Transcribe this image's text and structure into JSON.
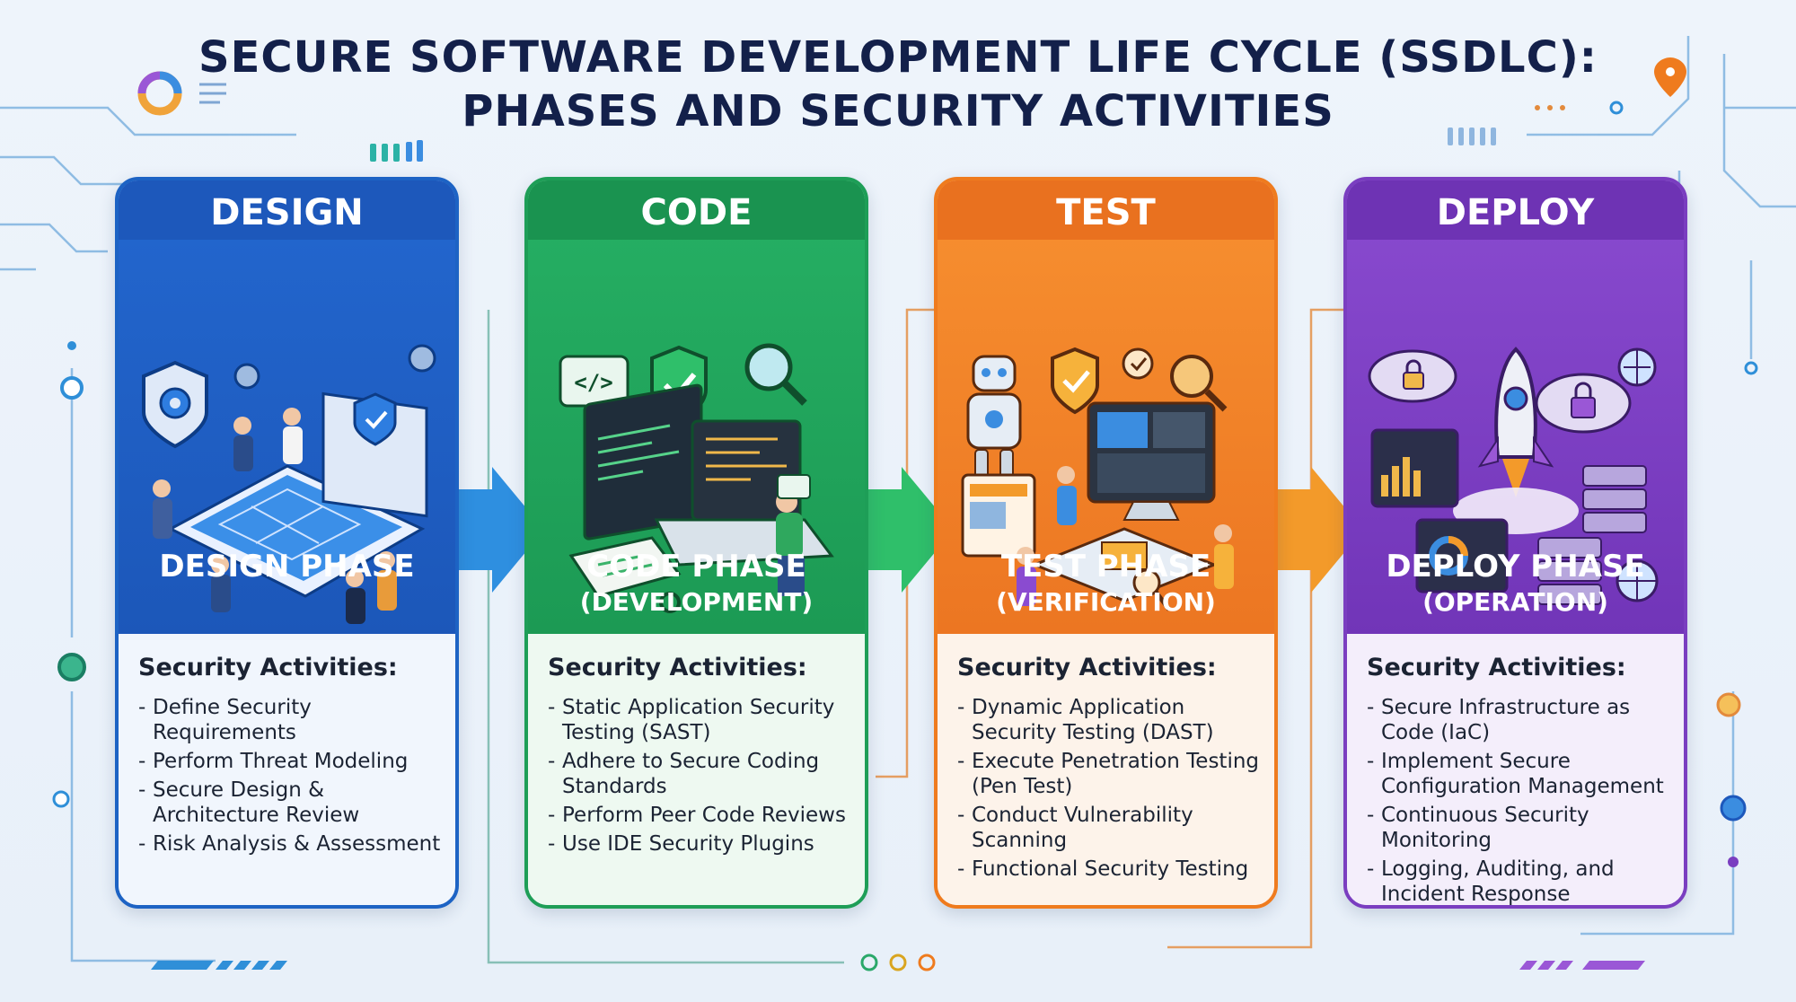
{
  "title": {
    "line1": "SECURE SOFTWARE DEVELOPMENT LIFE CYCLE (SSDLC):",
    "line2": "PHASES AND SECURITY ACTIVITIES"
  },
  "colors": {
    "design": "#1d63c4",
    "code": "#1e9e57",
    "test": "#ef7b1e",
    "deploy": "#7a3ec0",
    "title": "#13204a"
  },
  "phases": [
    {
      "header": "DESIGN",
      "phase_title": "DESIGN PHASE",
      "phase_subtitle": "",
      "activities_heading": "Security Activities:",
      "activities": [
        "Define Security Requirements",
        "Perform Threat Modeling",
        "Secure Design & Architecture Review",
        "Risk Analysis & Assessment"
      ],
      "icon": "blueprint-team-illustration"
    },
    {
      "header": "CODE",
      "phase_title": "CODE PHASE",
      "phase_subtitle": "(DEVELOPMENT)",
      "activities_heading": "Security Activities:",
      "activities": [
        "Static Application Security Testing (SAST)",
        "Adhere to Secure Coding Standards",
        "Perform Peer Code Reviews",
        "Use IDE Security Plugins"
      ],
      "icon": "laptop-code-illustration"
    },
    {
      "header": "TEST",
      "phase_title": "TEST PHASE",
      "phase_subtitle": "(VERIFICATION)",
      "activities_heading": "Security Activities:",
      "activities": [
        "Dynamic Application Security Testing (DAST)",
        "Execute Penetration Testing (Pen Test)",
        "Conduct Vulnerability Scanning",
        "Functional Security Testing"
      ],
      "icon": "robot-testing-illustration"
    },
    {
      "header": "DEPLOY",
      "phase_title": "DEPLOY PHASE",
      "phase_subtitle": "(OPERATION)",
      "activities_heading": "Security Activities:",
      "activities": [
        "Secure Infrastructure as Code (IaC)",
        "Implement Secure Configuration Management",
        "Continuous Security Monitoring",
        "Logging, Auditing, and Incident Response"
      ],
      "icon": "rocket-cloud-illustration"
    }
  ]
}
